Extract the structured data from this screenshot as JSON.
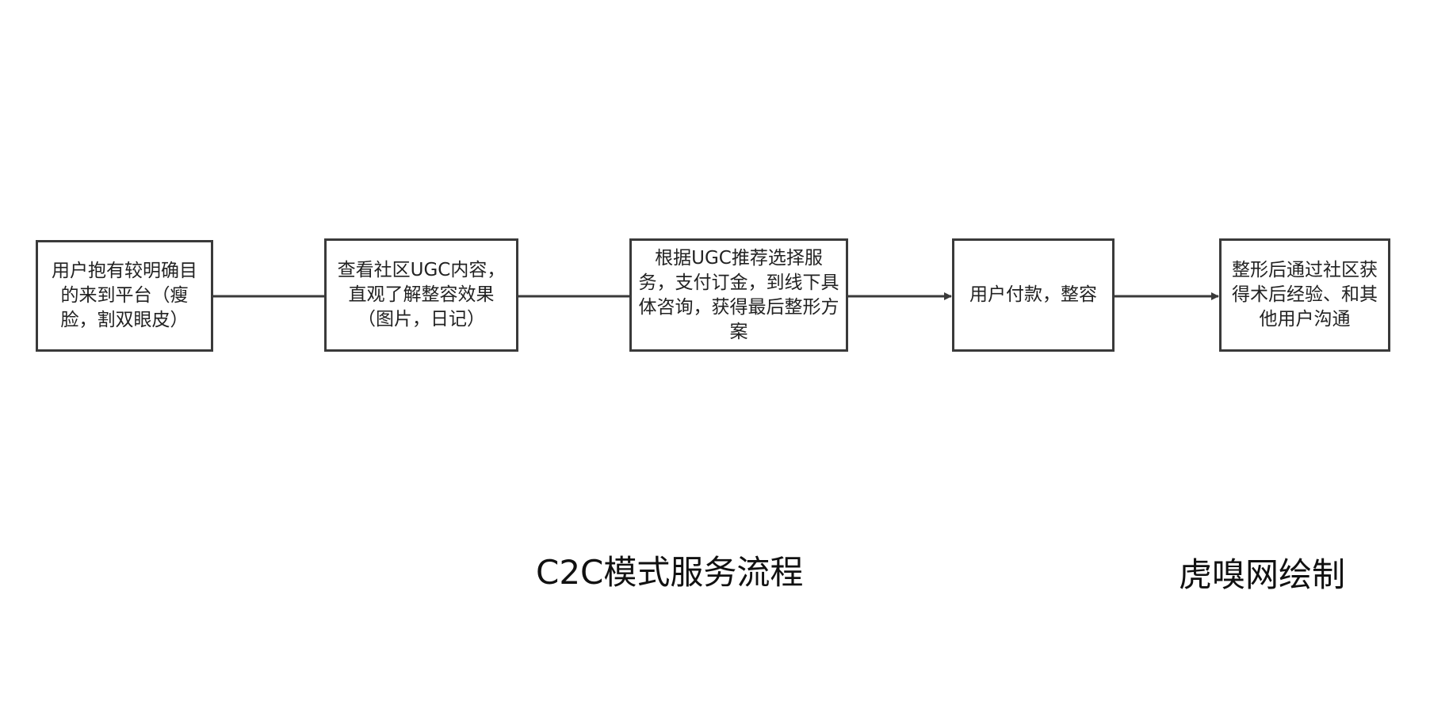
{
  "diagram": {
    "type": "flowchart",
    "direction": "left-to-right",
    "steps": [
      {
        "id": "s1",
        "text": "用户抱有较明确目的来到平台（瘦脸，割双眼皮）"
      },
      {
        "id": "s2",
        "text": "查看社区UGC内容，直观了解整容效果（图片，日记）"
      },
      {
        "id": "s3",
        "text": "根据UGC推荐选择服务，支付订金，到线下具体咨询，获得最后整形方案"
      },
      {
        "id": "s4",
        "text": "用户付款，整容"
      },
      {
        "id": "s5",
        "text": "整形后通过社区获得术后经验、和其他用户沟通"
      }
    ],
    "edges": [
      {
        "from": "s1",
        "to": "s2",
        "arrowhead": false
      },
      {
        "from": "s2",
        "to": "s3",
        "arrowhead": false
      },
      {
        "from": "s3",
        "to": "s4",
        "arrowhead": true
      },
      {
        "from": "s4",
        "to": "s5",
        "arrowhead": true
      }
    ],
    "line_color": "#3a3a3a"
  },
  "captions": {
    "title": "C2C模式服务流程",
    "credit": "虎嗅网绘制"
  }
}
